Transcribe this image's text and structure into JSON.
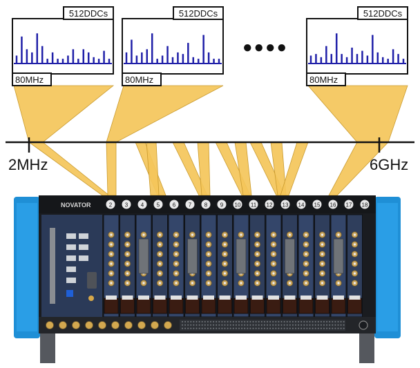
{
  "panels": [
    {
      "ddc_label": "512DDCs",
      "bw_label": "80MHz",
      "spectrum": [
        0.25,
        0.85,
        0.45,
        0.35,
        0.95,
        0.55,
        0.15,
        0.35,
        0.15,
        0.15,
        0.25,
        0.45,
        0.15,
        0.45,
        0.35,
        0.2,
        0.15,
        0.4,
        0.15
      ]
    },
    {
      "ddc_label": "512DDCs",
      "bw_label": "80MHz",
      "spectrum": [
        0.35,
        0.75,
        0.25,
        0.35,
        0.45,
        0.95,
        0.15,
        0.25,
        0.55,
        0.2,
        0.35,
        0.3,
        0.65,
        0.2,
        0.15,
        0.9,
        0.35,
        0.15,
        0.15
      ]
    },
    {
      "ddc_label": "512DDCs",
      "bw_label": "80MHz",
      "spectrum": [
        0.25,
        0.3,
        0.2,
        0.55,
        0.3,
        0.95,
        0.3,
        0.2,
        0.5,
        0.3,
        0.4,
        0.25,
        0.9,
        0.35,
        0.2,
        0.15,
        0.45,
        0.3,
        0.15
      ]
    }
  ],
  "ellipsis": "●●●●",
  "axis": {
    "min_label": "2MHz",
    "max_label": "6GHz"
  },
  "chassis": {
    "brand": "NOVATOR",
    "slots": [
      "2",
      "3",
      "4",
      "5",
      "6",
      "7",
      "8",
      "9",
      "10",
      "11",
      "12",
      "13",
      "14",
      "15",
      "16",
      "17",
      "18"
    ]
  },
  "colors": {
    "funnel": "#f4c55a",
    "funnel_edge": "#c99a2e",
    "spectrum_bar": "#1f1fa8",
    "chassis_blue": "#1f8fd6"
  }
}
